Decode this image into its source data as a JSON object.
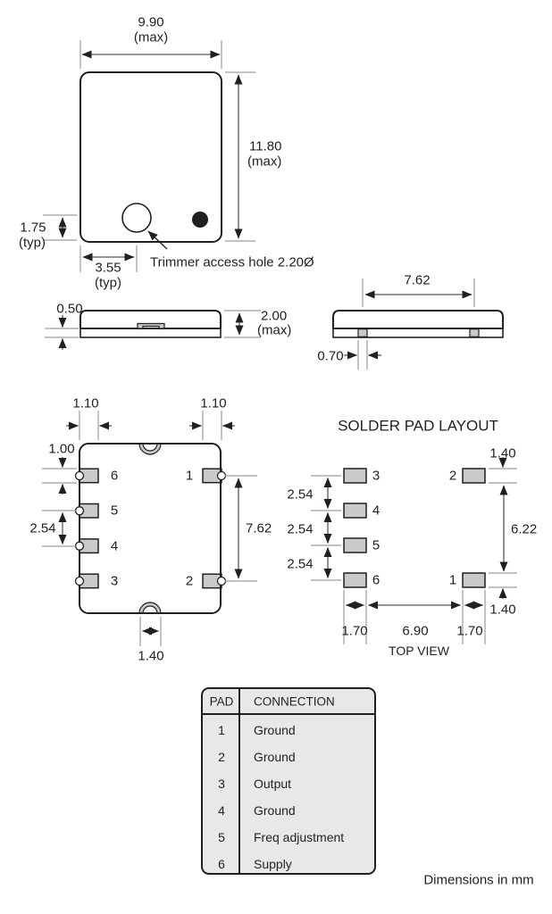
{
  "top_view": {
    "width": "9.90",
    "width_qual": "(max)",
    "height": "11.80",
    "height_qual": "(max)",
    "hole_offset_y": "1.75",
    "hole_offset_y_qual": "(typ)",
    "hole_offset_x": "3.55",
    "hole_offset_x_qual": "(typ)",
    "trimmer_note": "Trimmer access hole 2.20Ø"
  },
  "front_view": {
    "base_thickness": "0.50",
    "height": "2.00",
    "height_qual": "(max)"
  },
  "side_view": {
    "pad_span": "7.62",
    "pad_width": "0.70"
  },
  "bottom_view": {
    "pad_width_dims": [
      "1.10",
      "1.10"
    ],
    "pad_height": "1.00",
    "pad_pitch": "2.54",
    "pad_span": "7.62",
    "notch_width": "1.40",
    "pad_numbers": [
      "1",
      "2",
      "3",
      "4",
      "5",
      "6"
    ]
  },
  "solder_pad_layout": {
    "title": "SOLDER PAD LAYOUT",
    "caption": "TOP VIEW",
    "pad_height_top": "1.40",
    "pad_height_bottom": "1.40",
    "pitch_dims": [
      "2.54",
      "2.54",
      "2.54"
    ],
    "inner_span": "6.22",
    "bottom_dims": [
      "1.70",
      "6.90",
      "1.70"
    ],
    "pad_numbers": [
      "1",
      "2",
      "3",
      "4",
      "5",
      "6"
    ]
  },
  "pad_table": {
    "headers": [
      "PAD",
      "CONNECTION"
    ],
    "rows": [
      {
        "pad": "1",
        "connection": "Ground"
      },
      {
        "pad": "2",
        "connection": "Ground"
      },
      {
        "pad": "3",
        "connection": "Output"
      },
      {
        "pad": "4",
        "connection": "Ground"
      },
      {
        "pad": "5",
        "connection": "Freq adjustment"
      },
      {
        "pad": "6",
        "connection": "Supply"
      }
    ]
  },
  "footnote": "Dimensions in mm",
  "colors": {
    "line": "#231f20",
    "dim_line": "#9b9da0",
    "pad_fill": "#c9cacc",
    "table_fill": "#e7e8e9"
  }
}
